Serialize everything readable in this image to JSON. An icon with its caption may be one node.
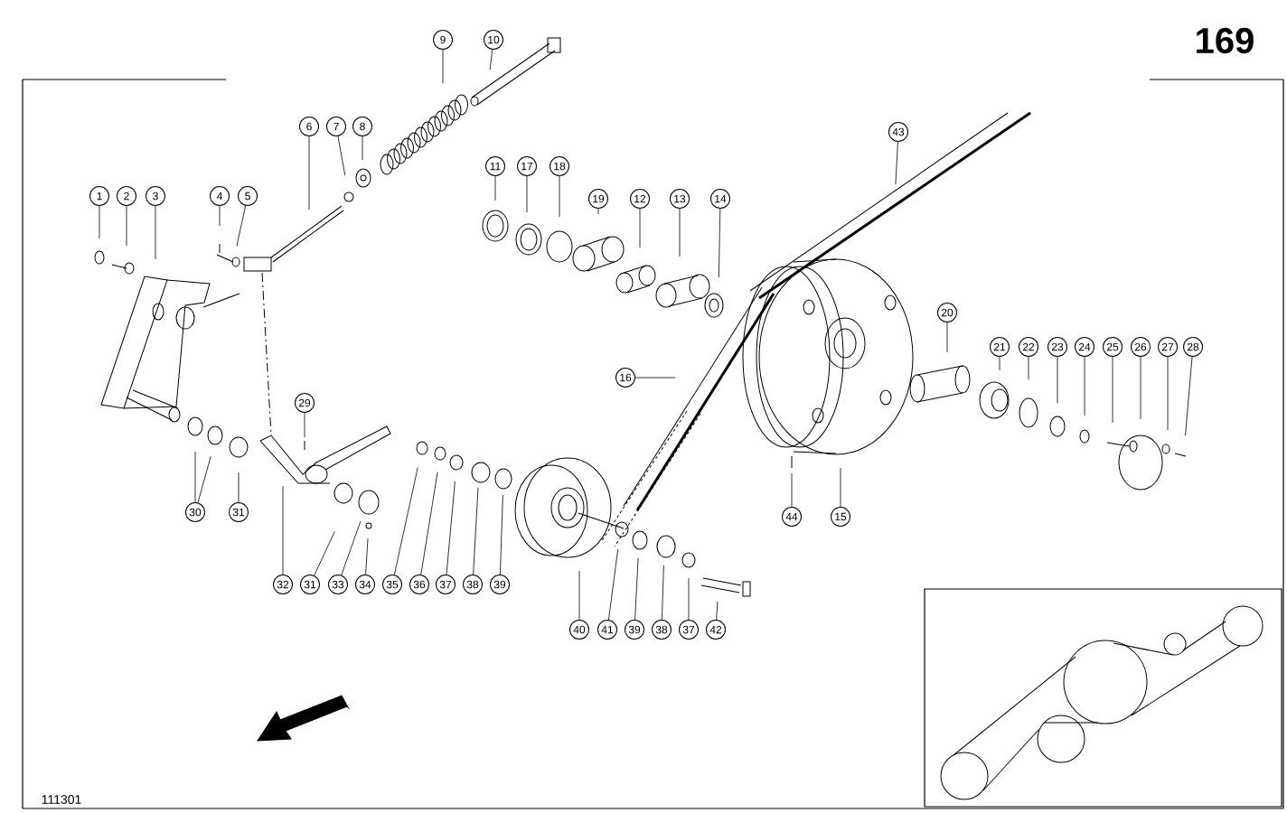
{
  "diagram": {
    "nodes": [
      {
        "text": [
          "9"
        ]
      },
      {
        "text": [
          "10"
        ]
      },
      {
        "text": [
          "6"
        ]
      },
      {
        "text": [
          "7"
        ]
      },
      {
        "text": [
          "8"
        ]
      },
      {
        "text": [
          "43"
        ]
      },
      {
        "text": [
          "11"
        ]
      },
      {
        "text": [
          "17"
        ]
      },
      {
        "text": [
          "18"
        ]
      },
      {
        "text": [
          "1"
        ]
      },
      {
        "text": [
          "2"
        ]
      },
      {
        "text": [
          "3"
        ]
      },
      {
        "text": [
          "4"
        ]
      },
      {
        "text": [
          "5"
        ]
      },
      {
        "text": [
          "19"
        ]
      },
      {
        "text": [
          "12"
        ]
      },
      {
        "text": [
          "13"
        ]
      },
      {
        "text": [
          "14"
        ]
      },
      {
        "text": [
          "20"
        ]
      },
      {
        "text": [
          "21"
        ]
      },
      {
        "text": [
          "22"
        ]
      },
      {
        "text": [
          "23"
        ]
      },
      {
        "text": [
          "24"
        ]
      },
      {
        "text": [
          "25"
        ]
      },
      {
        "text": [
          "26"
        ]
      },
      {
        "text": [
          "27"
        ]
      },
      {
        "text": [
          "28"
        ]
      },
      {
        "text": [
          "16"
        ]
      },
      {
        "text": [
          "29"
        ]
      },
      {
        "text": [
          "30"
        ]
      },
      {
        "text": [
          "31"
        ]
      },
      {
        "text": [
          "44"
        ]
      },
      {
        "text": [
          "15"
        ]
      },
      {
        "text": [
          "32"
        ]
      },
      {
        "text": [
          "31"
        ]
      },
      {
        "text": [
          "33"
        ]
      },
      {
        "text": [
          "34"
        ]
      },
      {
        "text": [
          "35"
        ]
      },
      {
        "text": [
          "36"
        ]
      },
      {
        "text": [
          "37"
        ]
      },
      {
        "text": [
          "38"
        ]
      },
      {
        "text": [
          "39"
        ]
      },
      {
        "text": [
          "40"
        ]
      },
      {
        "text": [
          "41"
        ]
      },
      {
        "text": [
          "39"
        ]
      },
      {
        "text": [
          "38"
        ]
      },
      {
        "text": [
          "37"
        ]
      },
      {
        "text": [
          "42"
        ]
      }
    ],
    "edges": [
      {
        "from": 0,
        "to": null,
        "arrow": "none"
      },
      {
        "from": 1,
        "to": null,
        "arrow": "none"
      },
      {
        "from": 2,
        "to": null,
        "arrow": "none"
      },
      {
        "from": 3,
        "to": null,
        "arrow": "none"
      },
      {
        "from": 4,
        "to": null,
        "arrow": "none"
      },
      {
        "from": 5,
        "to": null,
        "arrow": "none"
      },
      {
        "from": 6,
        "to": null,
        "arrow": "none"
      },
      {
        "from": 7,
        "to": null,
        "arrow": "none"
      },
      {
        "from": 8,
        "to": null,
        "arrow": "none"
      },
      {
        "from": 9,
        "to": null,
        "arrow": "none"
      },
      {
        "from": 10,
        "to": null,
        "arrow": "none"
      },
      {
        "from": 11,
        "to": null,
        "arrow": "none"
      },
      {
        "from": 12,
        "to": null,
        "arrow": "none"
      },
      {
        "from": 13,
        "to": null,
        "arrow": "none"
      },
      {
        "from": 14,
        "to": null,
        "arrow": "none"
      },
      {
        "from": 15,
        "to": null,
        "arrow": "none"
      },
      {
        "from": 16,
        "to": null,
        "arrow": "none"
      },
      {
        "from": 17,
        "to": null,
        "arrow": "none"
      },
      {
        "from": 18,
        "to": null,
        "arrow": "none"
      },
      {
        "from": 19,
        "to": null,
        "arrow": "none"
      },
      {
        "from": 20,
        "to": null,
        "arrow": "none"
      },
      {
        "from": 21,
        "to": null,
        "arrow": "none"
      },
      {
        "from": 22,
        "to": null,
        "arrow": "none"
      },
      {
        "from": 23,
        "to": null,
        "arrow": "none"
      },
      {
        "from": 24,
        "to": null,
        "arrow": "none"
      },
      {
        "from": 25,
        "to": null,
        "arrow": "none"
      },
      {
        "from": 26,
        "to": null,
        "arrow": "none"
      },
      {
        "from": 27,
        "to": null,
        "arrow": "none"
      },
      {
        "from": 28,
        "to": null,
        "arrow": "none"
      },
      {
        "from": 29,
        "to": null,
        "arrow": "none"
      },
      {
        "from": 29,
        "to": null,
        "arrow": "none"
      },
      {
        "from": 30,
        "to": null,
        "arrow": "none"
      },
      {
        "from": 31,
        "to": null,
        "arrow": "none"
      },
      {
        "from": 32,
        "to": null,
        "arrow": "none"
      },
      {
        "from": 33,
        "to": null,
        "arrow": "none"
      },
      {
        "from": 34,
        "to": null,
        "arrow": "none"
      },
      {
        "from": 35,
        "to": null,
        "arrow": "none"
      },
      {
        "from": 36,
        "to": null,
        "arrow": "none"
      },
      {
        "from": 37,
        "to": null,
        "arrow": "none"
      },
      {
        "from": 38,
        "to": null,
        "arrow": "none"
      },
      {
        "from": 39,
        "to": null,
        "arrow": "none"
      },
      {
        "from": 40,
        "to": null,
        "arrow": "none"
      },
      {
        "from": 41,
        "to": null,
        "arrow": "none"
      },
      {
        "from": 42,
        "to": null,
        "arrow": "none"
      },
      {
        "from": 43,
        "to": null,
        "arrow": "none"
      },
      {
        "from": 44,
        "to": null,
        "arrow": "none"
      },
      {
        "from": 45,
        "to": null,
        "arrow": "none"
      },
      {
        "from": 46,
        "to": null,
        "arrow": "none"
      },
      {
        "from": 47,
        "to": null,
        "arrow": "none"
      }
    ],
    "labels": [
      "169",
      "111301"
    ]
  }
}
